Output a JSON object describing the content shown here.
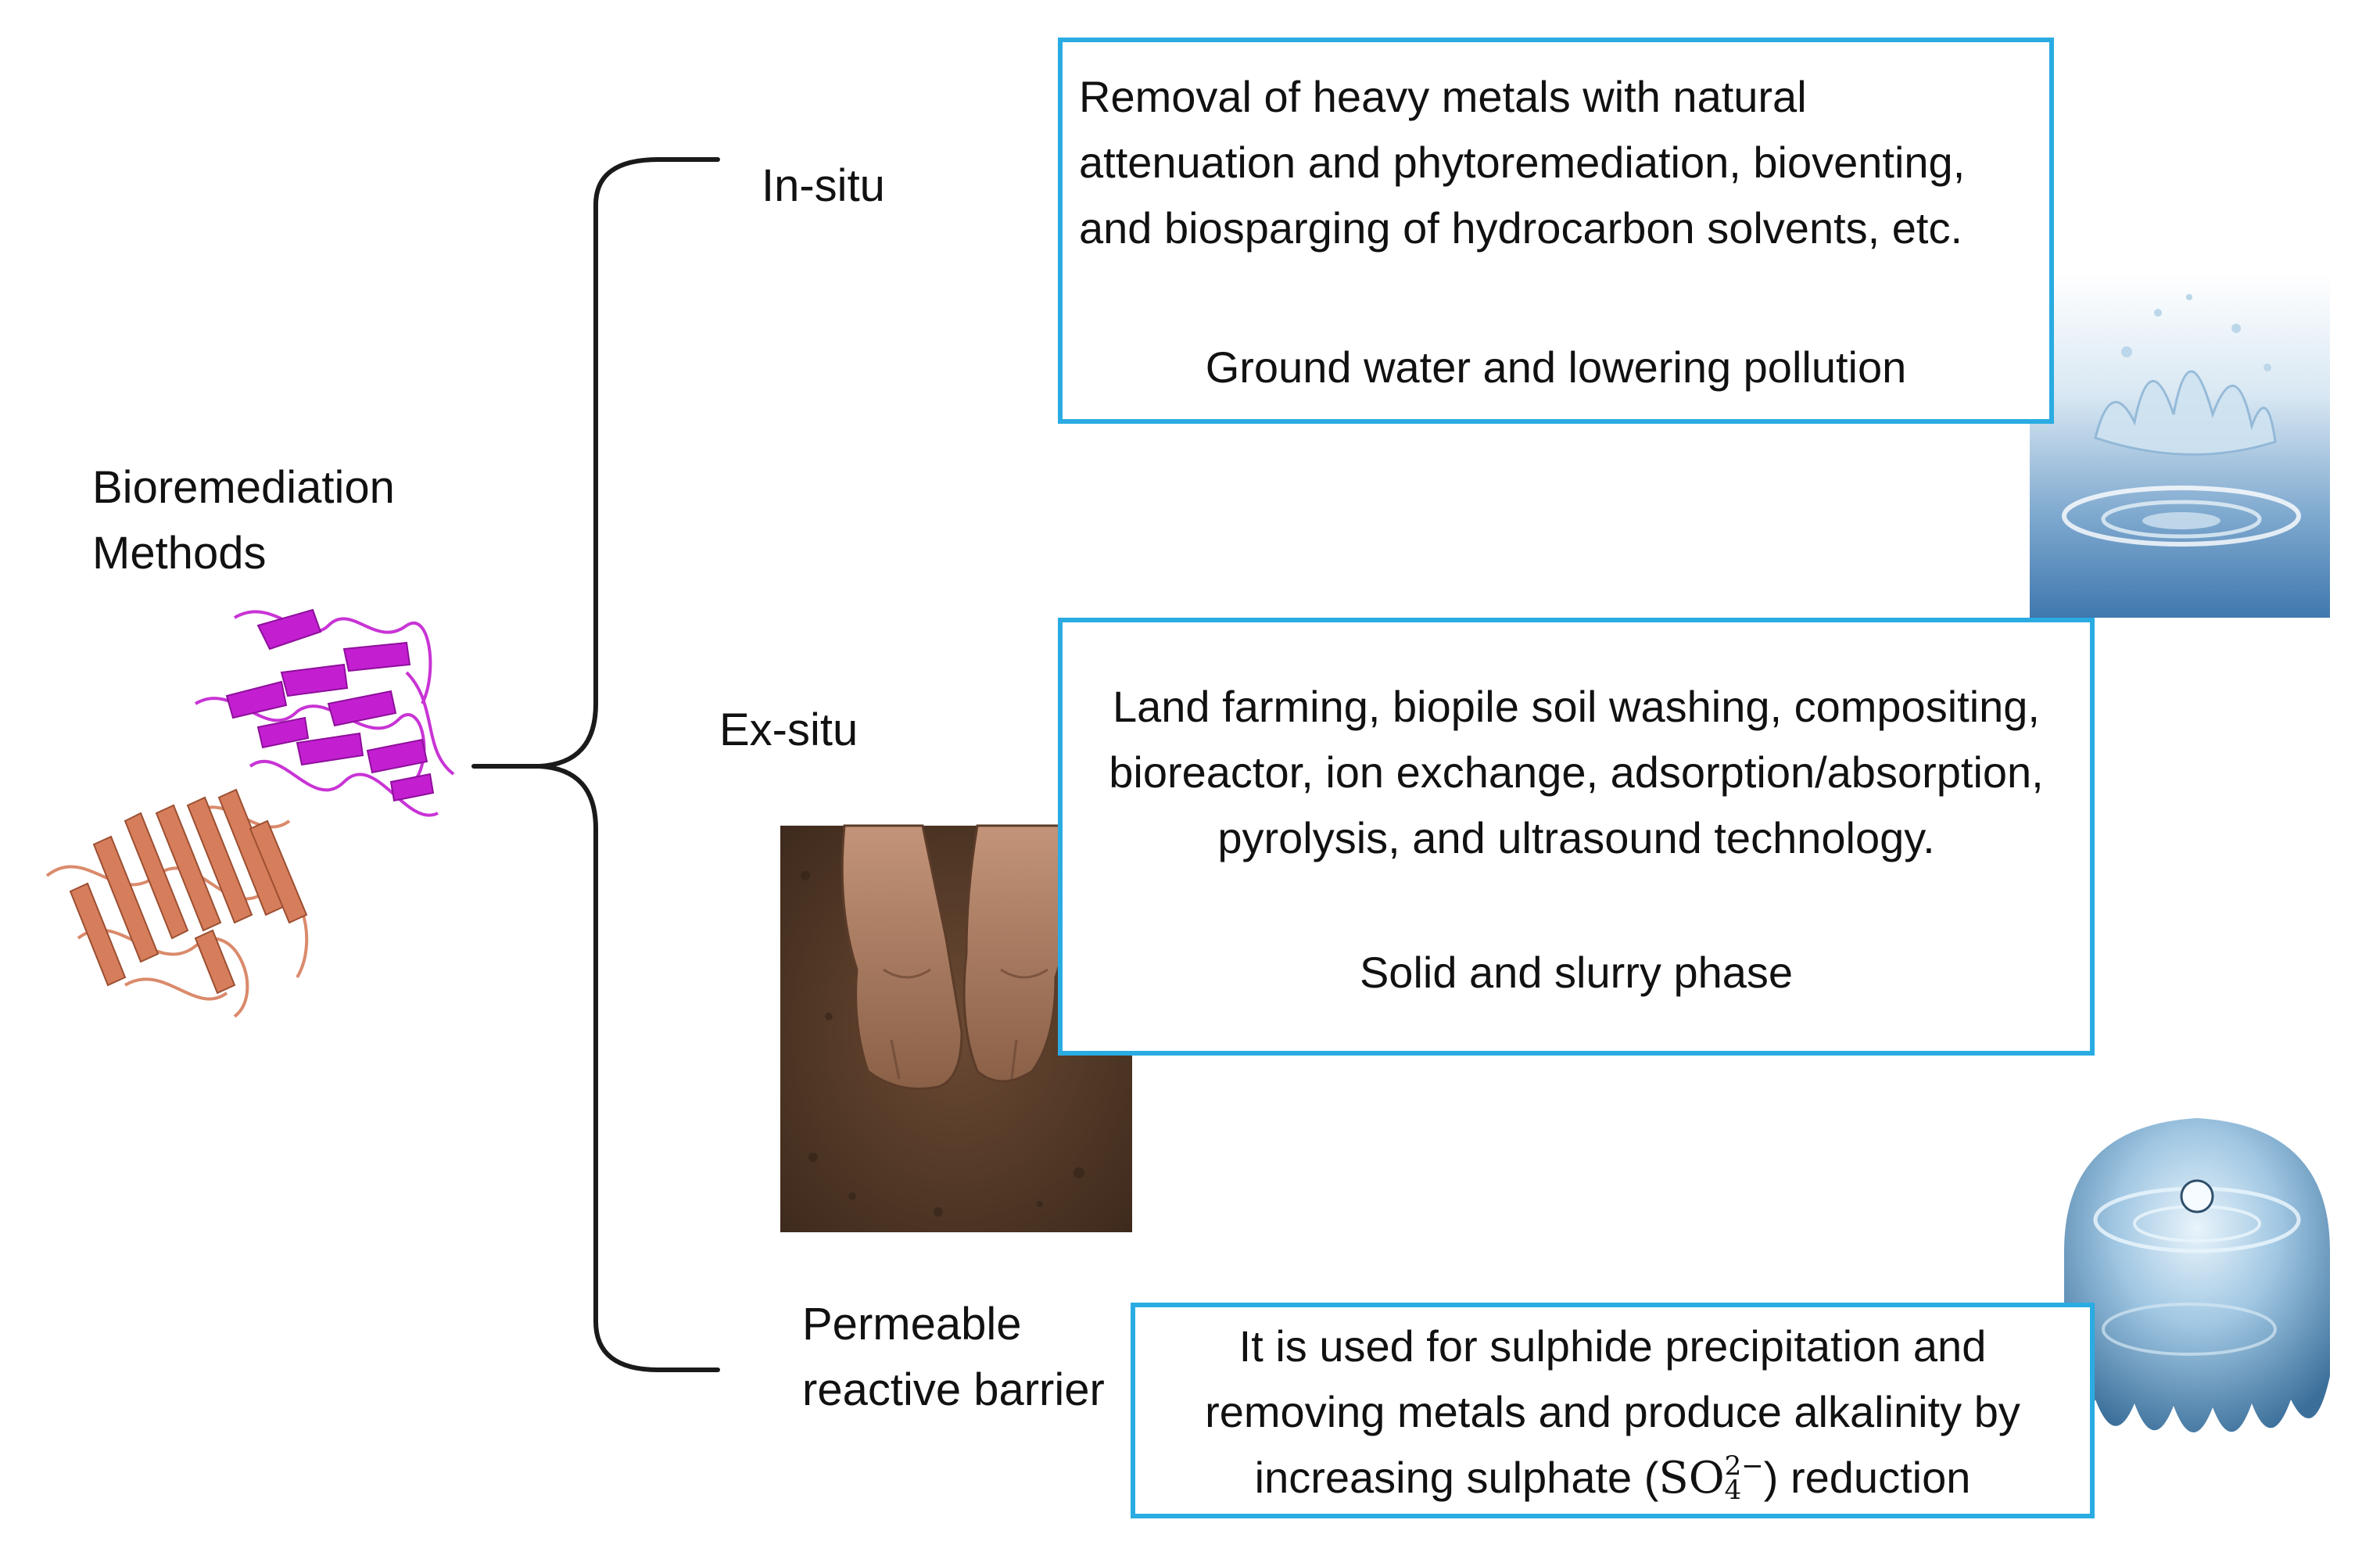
{
  "root": {
    "label_lines": [
      "Bioremediation",
      "Methods"
    ]
  },
  "branches": [
    {
      "label_lines": [
        "In-situ"
      ],
      "description_lines": [
        "Removal of heavy metals with natural",
        "attenuation and phytoremediation, bioventing,",
        "and biosparging of hydrocarbon solvents, etc."
      ],
      "note": "Ground water and lowering pollution"
    },
    {
      "label_lines": [
        "Ex-situ"
      ],
      "description_lines": [
        "Land farming, biopile soil washing, compositing,",
        "bioreactor, ion exchange, adsorption/absorption,",
        "pyrolysis, and ultrasound technology."
      ],
      "note": "Solid and slurry phase"
    },
    {
      "label_lines": [
        "Permeable",
        "reactive barrier"
      ],
      "description_lines": [
        "It is used for sulphide precipitation and",
        "removing metals and produce alkalinity by"
      ],
      "description_last_prefix": "increasing sulphate (",
      "chemical": {
        "base": "SO",
        "sub": "4",
        "sup": "2−"
      },
      "description_last_suffix": ") reduction"
    }
  ],
  "colors": {
    "box_border": "#2aace2",
    "bracket": "#1a1a1a",
    "protein_purple": "#c31fd1",
    "protein_salmon": "#d67e5c",
    "water_blue": "#5f97c4",
    "soil_brown": "#5a3e2b"
  },
  "images": [
    {
      "name": "protein-structure-image"
    },
    {
      "name": "water-splash-image"
    },
    {
      "name": "hands-in-soil-image"
    },
    {
      "name": "water-droplet-image"
    }
  ]
}
